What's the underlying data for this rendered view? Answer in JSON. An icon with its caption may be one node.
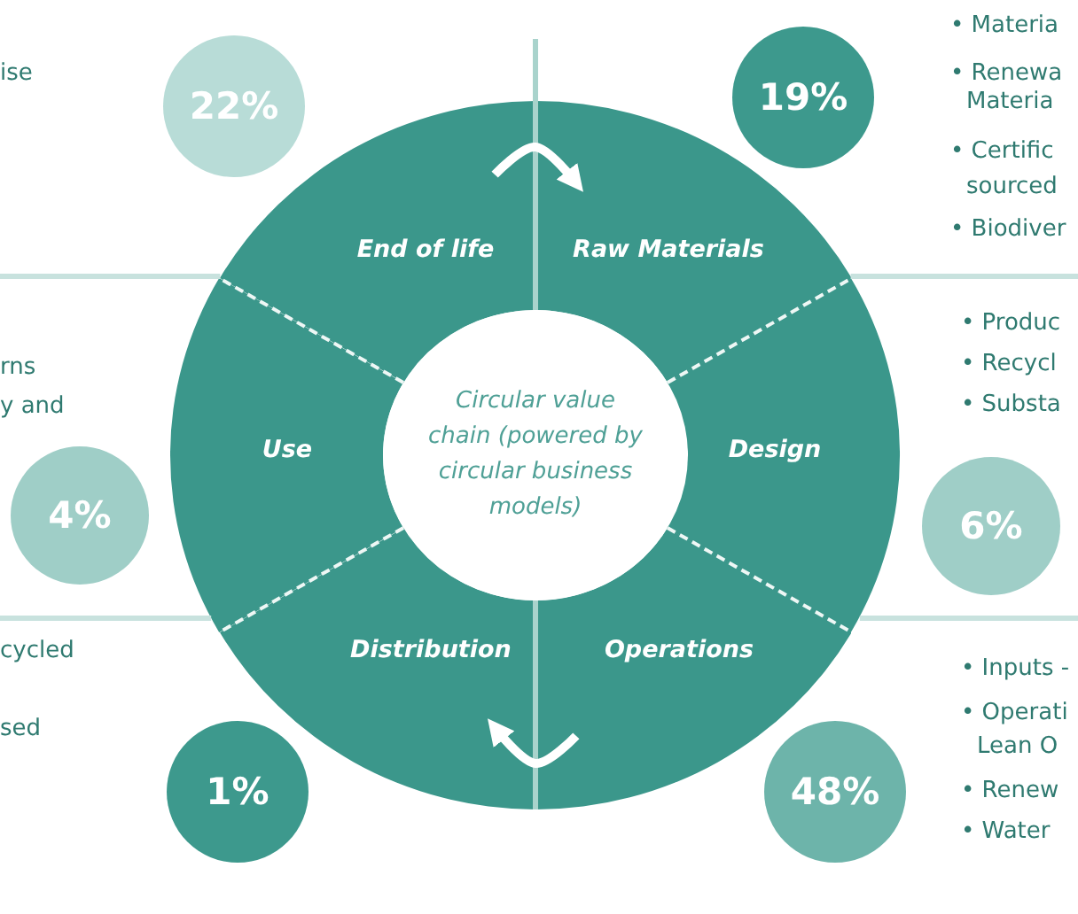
{
  "diagram": {
    "nodes": [
      {
        "text": [
          "22%"
        ]
      },
      {
        "text": [
          "19%"
        ]
      },
      {
        "text": [
          "End of life"
        ]
      },
      {
        "text": [
          "Raw Materials"
        ]
      },
      {
        "text": [
          "Use"
        ]
      },
      {
        "text": [
          "Circular value chain (powered by circular business models)"
        ]
      },
      {
        "text": [
          "Design"
        ]
      },
      {
        "text": [
          "4%"
        ]
      },
      {
        "text": [
          "6%"
        ]
      },
      {
        "text": [
          "Distribution"
        ]
      },
      {
        "text": [
          "Operations"
        ]
      },
      {
        "text": [
          "1%"
        ]
      },
      {
        "text": [
          "48%"
        ]
      }
    ],
    "edges": [
      {
        "from": 2,
        "to": 3,
        "arrow": "to"
      },
      {
        "from": 10,
        "to": 9,
        "arrow": "to"
      }
    ],
    "labels": [
      "ise",
      "• Materia",
      "• Renewa",
      "Materia",
      "• Certific",
      "sourced",
      "• Biodiver",
      "rns",
      "y and",
      "• Produc",
      "• Recycl",
      "• Substa",
      "cycled",
      "sed",
      "• Inputs -",
      "• Operati",
      "Lean O",
      "• Renew",
      "• Water"
    ]
  }
}
